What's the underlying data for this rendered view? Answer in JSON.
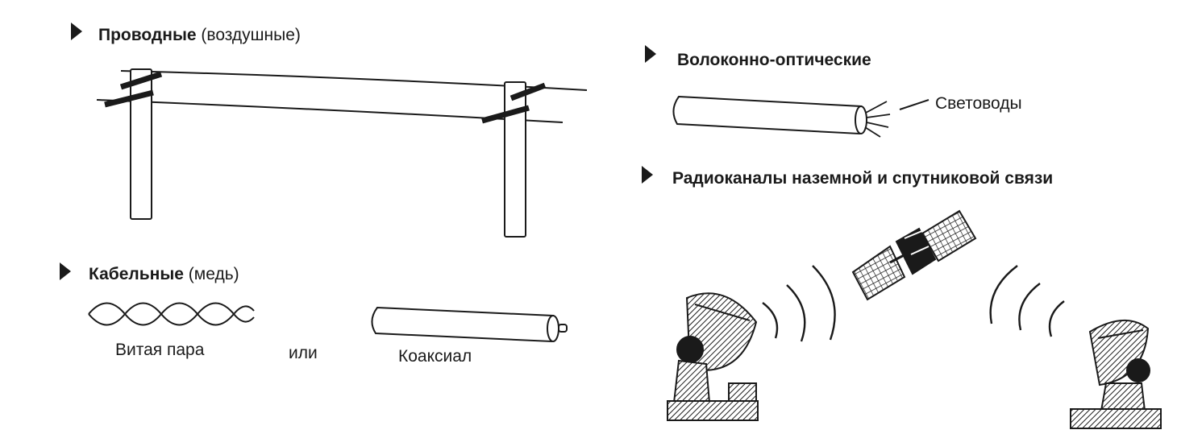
{
  "sections": {
    "wired": {
      "title": "Проводные",
      "note": "(воздушные)"
    },
    "cable": {
      "title": "Кабельные",
      "note": "(медь)",
      "twisted_pair": "Витая пара",
      "or": "или",
      "coax": "Коаксиал"
    },
    "fiber": {
      "title": "Волоконно-оптические",
      "fibers": "Световоды"
    },
    "radio": {
      "title": "Радиоканалы наземной и спутниковой связи"
    }
  },
  "icons": [
    "bullet-arrow-icon",
    "utility-pole-icon",
    "twisted-pair-icon",
    "coaxial-cable-icon",
    "fiber-optic-cable-icon",
    "satellite-icon",
    "satellite-dish-icon",
    "radio-wave-icon"
  ],
  "colors": {
    "ink": "#1a1a1a",
    "background": "#ffffff"
  }
}
